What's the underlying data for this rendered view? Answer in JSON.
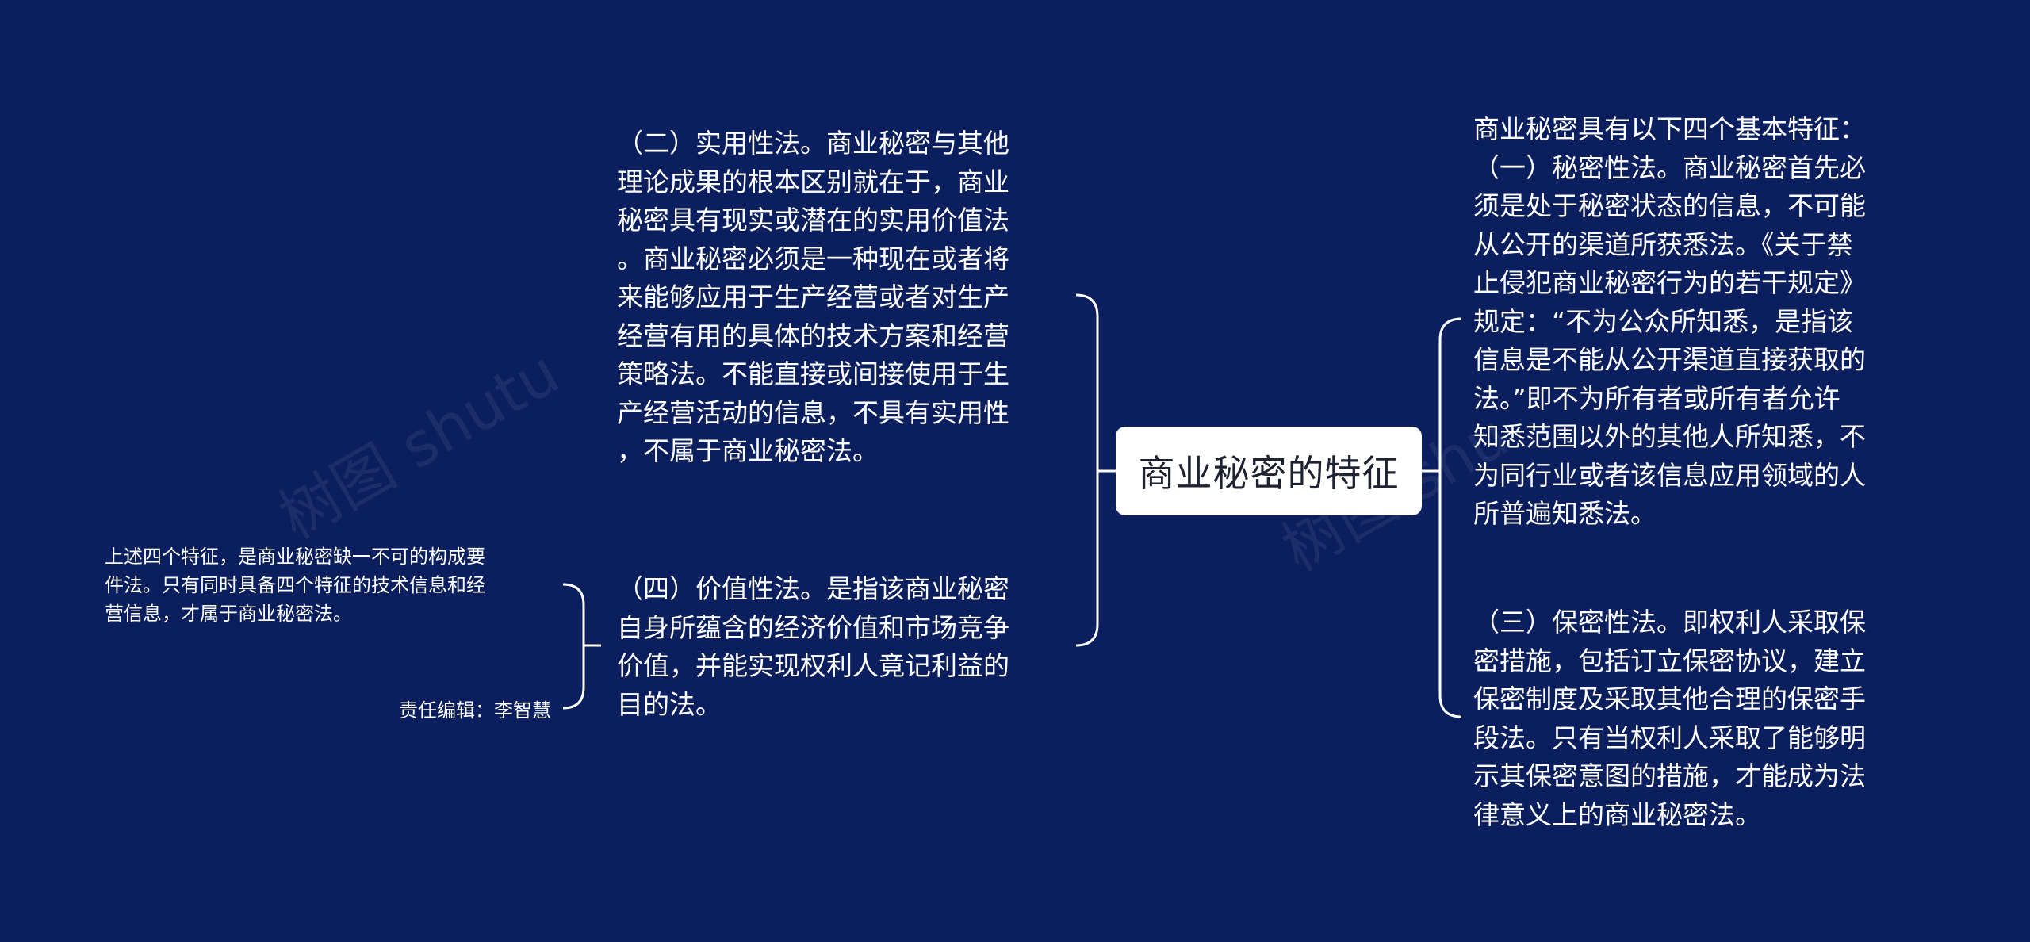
{
  "center": {
    "label": "商业秘密的特征"
  },
  "nodes": {
    "practical": "（二）实用性法。商业秘密与其他\n理论成果的根本区别就在于，商业\n秘密具有现实或潜在的实用价值法\n。商业秘密必须是一种现在或者将\n来能够应用于生产经营或者对生产\n经营有用的具体的技术方案和经营\n策略法。不能直接或间接使用于生\n产经营活动的信息，不具有实用性\n，不属于商业秘密法。",
    "value": "（四）价值性法。是指该商业秘密\n自身所蕴含的经济价值和市场竞争\n价值，并能实现权利人竟记利益的\n目的法。",
    "secrecy": "商业秘密具有以下四个基本特征：\n（一）秘密性法。商业秘密首先必\n须是处于秘密状态的信息，不可能\n从公开的渠道所获悉法。《关于禁\n止侵犯商业秘密行为的若干规定》\n规定：“不为公众所知悉，是指该\n信息是不能从公开渠道直接获取的\n法。”即不为所有者或所有者允许\n知悉范围以外的其他人所知悉，不\n为同行业或者该信息应用领域的人\n所普遍知悉法。",
    "confidentiality": "（三）保密性法。即权利人采取保\n密措施，包括订立保密协议，建立\n保密制度及采取其他合理的保密手\n段法。只有当权利人采取了能够明\n示其保密意图的措施，才能成为法\n律意义上的商业秘密法。",
    "summary": "上述四个特征，是商业秘密缺一不可的构成要\n件法。只有同时具备四个特征的技术信息和经\n营信息，才属于商业秘密法。",
    "editor": "责任编辑：李智慧"
  },
  "watermarks": [
    "树图 shutu",
    "树图 shu"
  ],
  "colors": {
    "background": "#0b1f5e",
    "center_fill": "#ffffff",
    "text": "#ffffff",
    "lines": "#ffffff"
  }
}
